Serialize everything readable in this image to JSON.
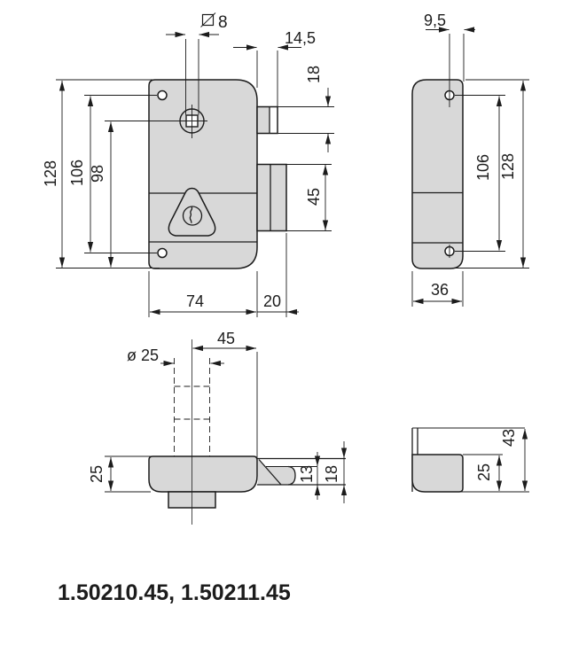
{
  "drawing": {
    "footer_codes": "1.50210.45, 1.50211.45",
    "colors": {
      "part_fill": "#d8d8d8",
      "line": "#1c1c1c",
      "background": "#ffffff"
    },
    "front_view": {
      "square_spindle": "8",
      "latch_protrusion": "14,5",
      "latch_height": "18",
      "bolt_height": "45",
      "height_total": "128",
      "hole_spacing": "106",
      "spindle_to_bottom": "98",
      "body_width": "74",
      "bolt_protrusion": "20"
    },
    "side_view": {
      "hole_to_edge": "9,5",
      "hole_spacing": "106",
      "height_total": "128",
      "width": "36"
    },
    "top_view": {
      "cylinder_diameter": "ø 25",
      "backset": "45",
      "body_depth": "25",
      "latch_tip": "13",
      "latch_depth": "18"
    },
    "side_top_view": {
      "depth_total": "43",
      "case_depth": "25"
    }
  }
}
